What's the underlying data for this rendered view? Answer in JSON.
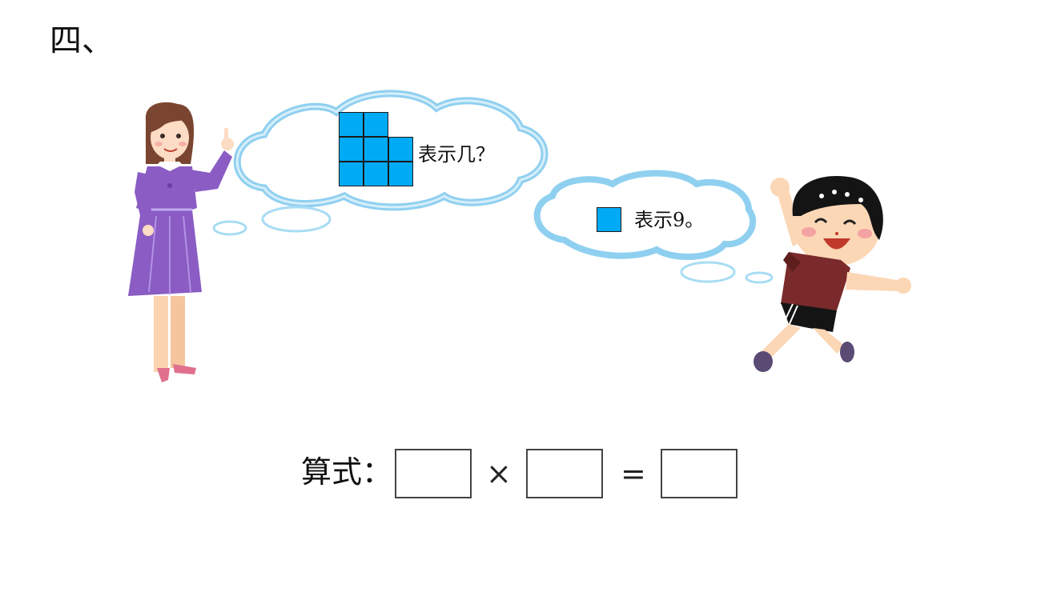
{
  "section": {
    "title": "四、"
  },
  "teacher_bubble": {
    "question": "表示几？",
    "block_rows": [
      2,
      3,
      3
    ]
  },
  "boy_bubble": {
    "statement": "表示9。"
  },
  "equation": {
    "label": "算式：",
    "multiply_sign": "×",
    "equals_sign": "=",
    "answer_boxes": [
      "",
      "",
      ""
    ]
  },
  "colors": {
    "block_fill": "#00aaf5",
    "cloud_outline": "#8fd0f0",
    "dress": "#8a5cc4",
    "shirt": "#7a2a2a"
  }
}
